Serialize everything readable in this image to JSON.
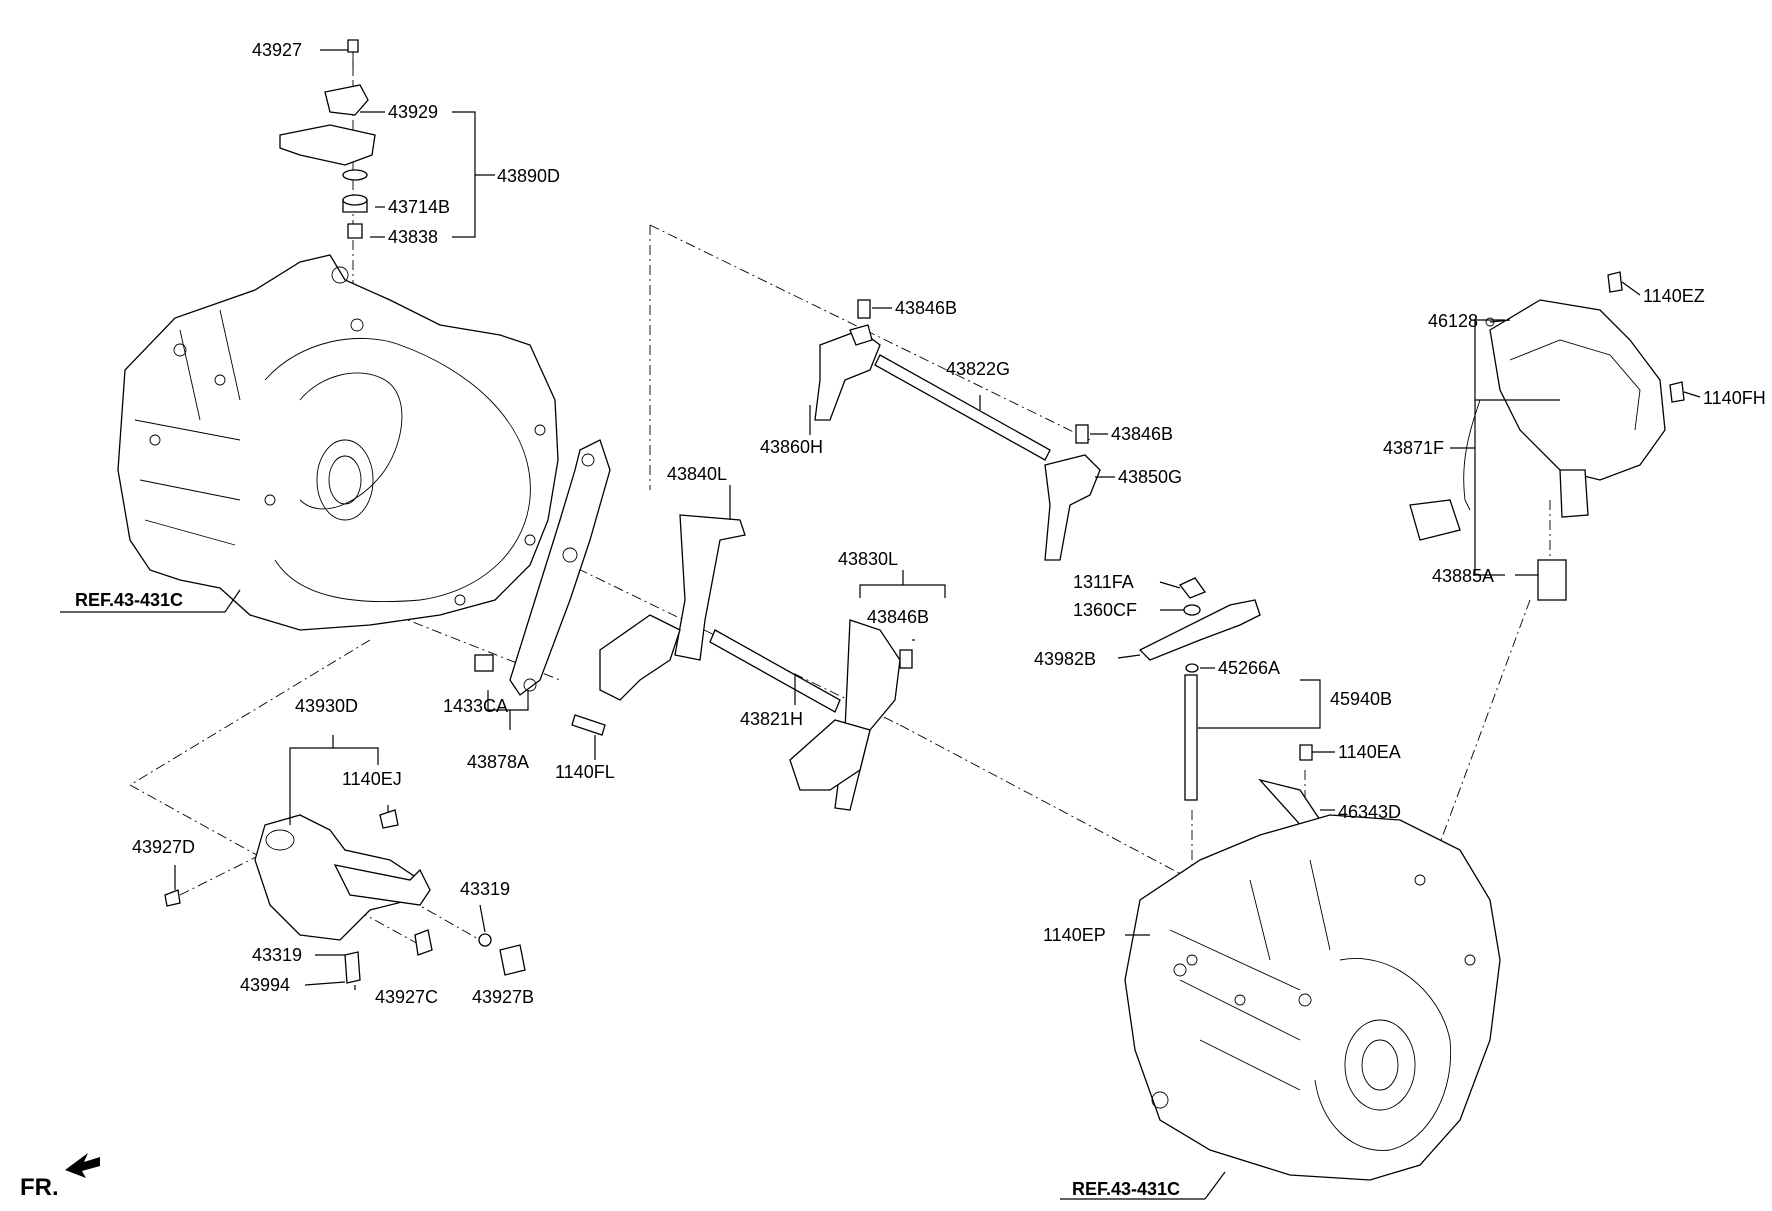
{
  "diagram": {
    "part_numbers": {
      "p43927": "43927",
      "p43929": "43929",
      "p43890D": "43890D",
      "p43714B": "43714B",
      "p43838": "43838",
      "p43846B_a": "43846B",
      "p43822G": "43822G",
      "p43860H": "43860H",
      "p43846B_b": "43846B",
      "p43850G": "43850G",
      "p43840L": "43840L",
      "p43830L": "43830L",
      "p43846B_c": "43846B",
      "p43821H": "43821H",
      "p1433CA": "1433CA",
      "p43878A": "43878A",
      "p1140FL": "1140FL",
      "p43930D": "43930D",
      "p1140EJ": "1140EJ",
      "p43927D": "43927D",
      "p43319_a": "43319",
      "p43319_b": "43319",
      "p43994": "43994",
      "p43927C": "43927C",
      "p43927B": "43927B",
      "p1311FA": "1311FA",
      "p1360CF": "1360CF",
      "p43982B": "43982B",
      "p45266A": "45266A",
      "p45940B": "45940B",
      "p1140EA": "1140EA",
      "p46343D": "46343D",
      "p1140EP": "1140EP",
      "p46128": "46128",
      "p1140EZ": "1140EZ",
      "p1140FH": "1140FH",
      "p43871F": "43871F",
      "p43885A": "43885A"
    },
    "references": {
      "ref_left": "REF.43-431C",
      "ref_right": "REF.43-431C"
    },
    "front_marker": "FR."
  }
}
